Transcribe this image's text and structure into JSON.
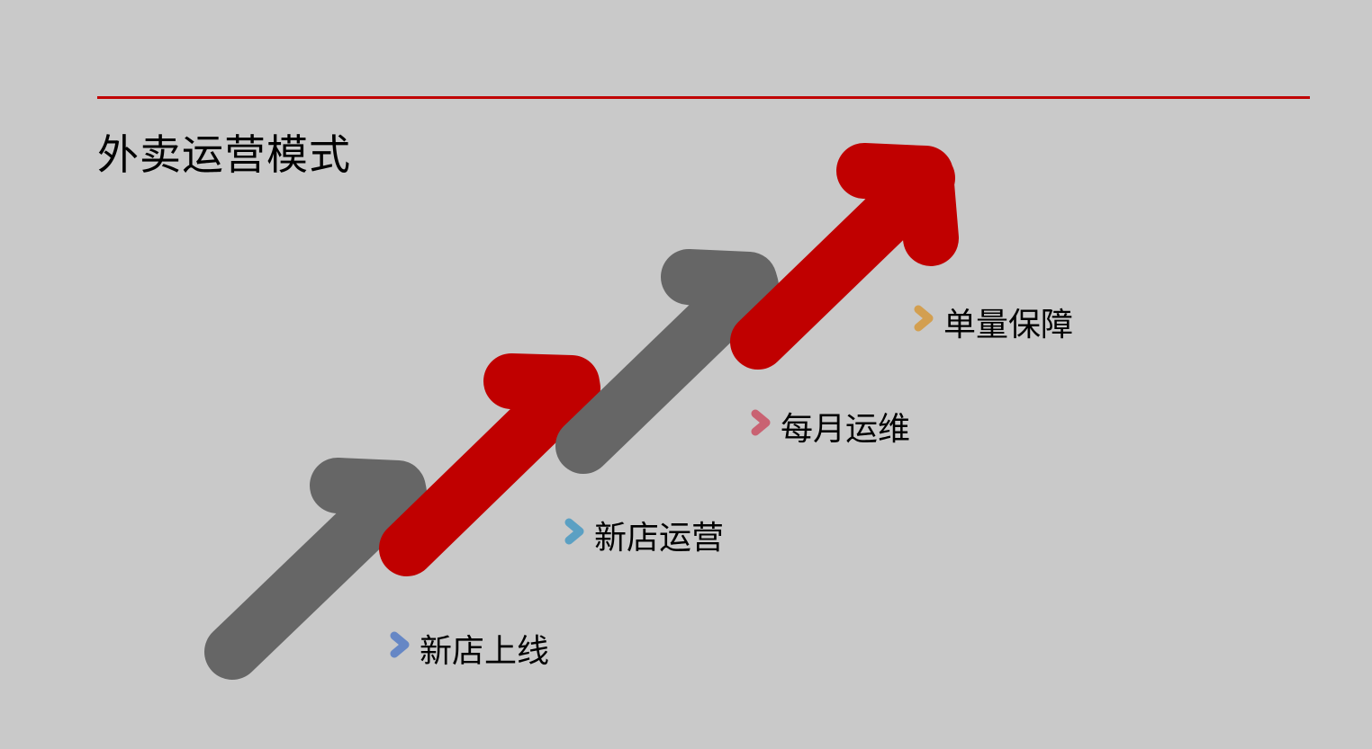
{
  "title": "外卖运营模式",
  "colors": {
    "background": "#c9c9c9",
    "rule": "#c00000",
    "arrow_red": "#c00000",
    "arrow_gray": "#666666"
  },
  "steps": [
    {
      "label": "新店上线",
      "bullet_color": "#5b7fc4",
      "icon": "chevron-right-icon"
    },
    {
      "label": "新店运营",
      "bullet_color": "#4f9bc2",
      "icon": "chevron-right-icon"
    },
    {
      "label": "每月运维",
      "bullet_color": "#c95668",
      "icon": "chevron-right-icon"
    },
    {
      "label": "单量保障",
      "bullet_color": "#d49a42",
      "icon": "chevron-right-icon"
    }
  ],
  "arrows": [
    {
      "name": "arrow-1",
      "color": "gray"
    },
    {
      "name": "arrow-2",
      "color": "red"
    },
    {
      "name": "arrow-3",
      "color": "gray"
    },
    {
      "name": "arrow-4",
      "color": "red"
    }
  ]
}
